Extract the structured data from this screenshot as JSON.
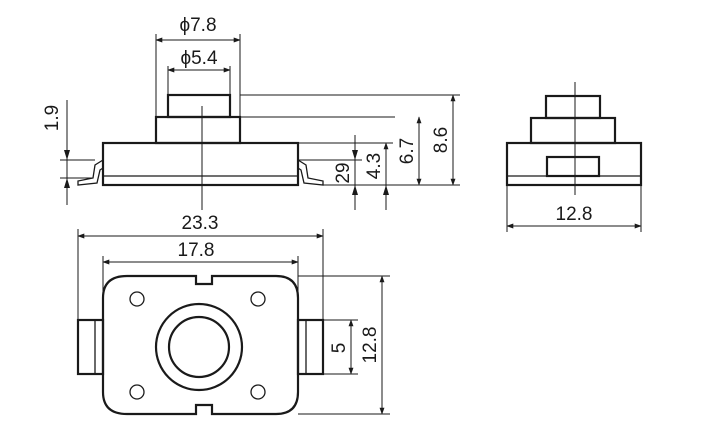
{
  "dimensions": {
    "phi_outer": "ϕ7.8",
    "phi_inner": "ϕ5.4",
    "side_height_small": "1.9",
    "height_29": "29",
    "height_4_3": "4.3",
    "height_6_7": "6.7",
    "height_8_6": "8.6",
    "end_width": "12.8",
    "top_length_23_3": "23.3",
    "top_length_17_8": "17.8",
    "top_height_5": "5",
    "top_height_12_8": "12.8"
  }
}
